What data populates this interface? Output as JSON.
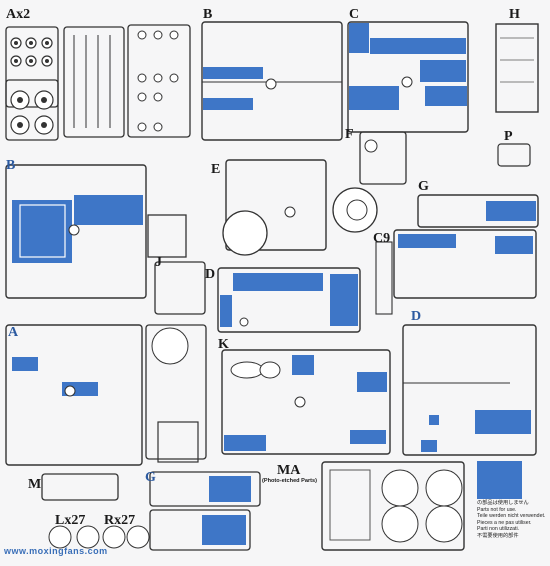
{
  "sprue_labels": {
    "ax2": "Ax2",
    "b_top": "B",
    "c": "C",
    "h": "H",
    "f": "F",
    "p": "P",
    "b_left": "B",
    "e": "E",
    "g_right": "G",
    "c9": "C9",
    "j": "J",
    "d_center": "D",
    "d_right": "D",
    "a": "A",
    "k": "K",
    "m": "M",
    "g_bottom": "G",
    "ma": "MA",
    "lx27": "Lx27",
    "rx27": "Rx27"
  },
  "ma_subtitle": "(Photo-etched Parts)",
  "legend": {
    "lines": [
      "の部品は使用しません",
      "Parts not for use.",
      "Teile werden nicht verwendet.",
      "Pieces a ne pas utiliser.",
      "Parti non utilizzati.",
      "不需要使用的部件"
    ],
    "color": "#3e76c7"
  },
  "watermark": "www.moxingfans.com"
}
